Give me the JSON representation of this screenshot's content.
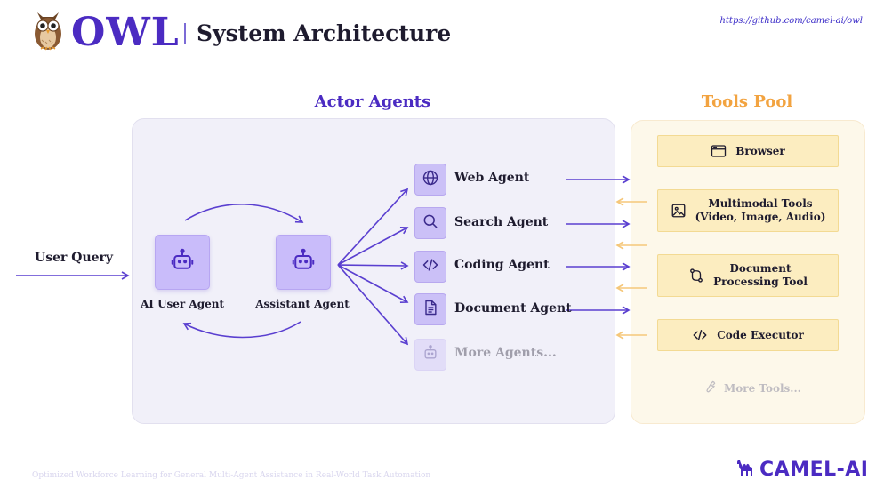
{
  "header": {
    "brand": "OWL",
    "title": "System Architecture",
    "repo_link": "https://github.com/camel-ai/owl"
  },
  "actor_panel": {
    "title": "Actor Agents",
    "user_query": "User Query",
    "main_agents": [
      {
        "label": "AI User Agent",
        "icon": "robot-icon"
      },
      {
        "label": "Assistant Agent",
        "icon": "robot-icon"
      }
    ],
    "sub_agents": [
      {
        "label": "Web Agent",
        "icon": "globe-icon"
      },
      {
        "label": "Search Agent",
        "icon": "search-icon"
      },
      {
        "label": "Coding Agent",
        "icon": "code-icon"
      },
      {
        "label": "Document Agent",
        "icon": "document-icon"
      },
      {
        "label": "More Agents...",
        "icon": "robot-icon"
      }
    ]
  },
  "tools_panel": {
    "title": "Tools Pool",
    "tools": [
      {
        "label": "Browser",
        "icon": "browser-icon"
      },
      {
        "label_line1": "Multimodal Tools",
        "label_line2": "(Video, Image, Audio)",
        "icon": "image-icon"
      },
      {
        "label_line1": "Document",
        "label_line2": "Processing Tool",
        "icon": "git-compare-icon"
      },
      {
        "label": "Code Executor",
        "icon": "code-icon"
      }
    ],
    "more": {
      "label": "More Tools...",
      "icon": "wrench-icon"
    }
  },
  "footer": {
    "caption": "Optimized Workforce Learning for General Multi-Agent Assistance in Real-World Task Automation",
    "logo_text": "CAMEL-AI"
  },
  "colors": {
    "primary_purple": "#4b2bc2",
    "arrow_purple": "#5a3fd0",
    "tools_orange": "#f2a340",
    "tool_arrow": "#f5c77a"
  }
}
